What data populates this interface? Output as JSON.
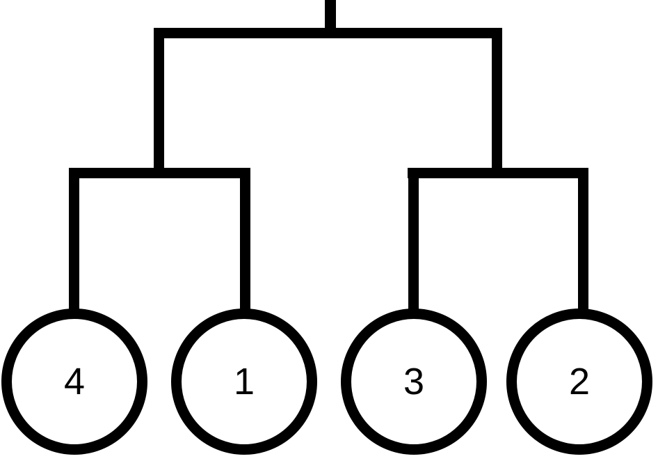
{
  "diagram": {
    "type": "binary-tree-bracket",
    "background_color": "#ffffff",
    "line_color": "#000000",
    "structure": "root -> ((4, 1), (3, 2))",
    "leaves": [
      {
        "label": "4"
      },
      {
        "label": "1"
      },
      {
        "label": "3"
      },
      {
        "label": "2"
      }
    ]
  }
}
